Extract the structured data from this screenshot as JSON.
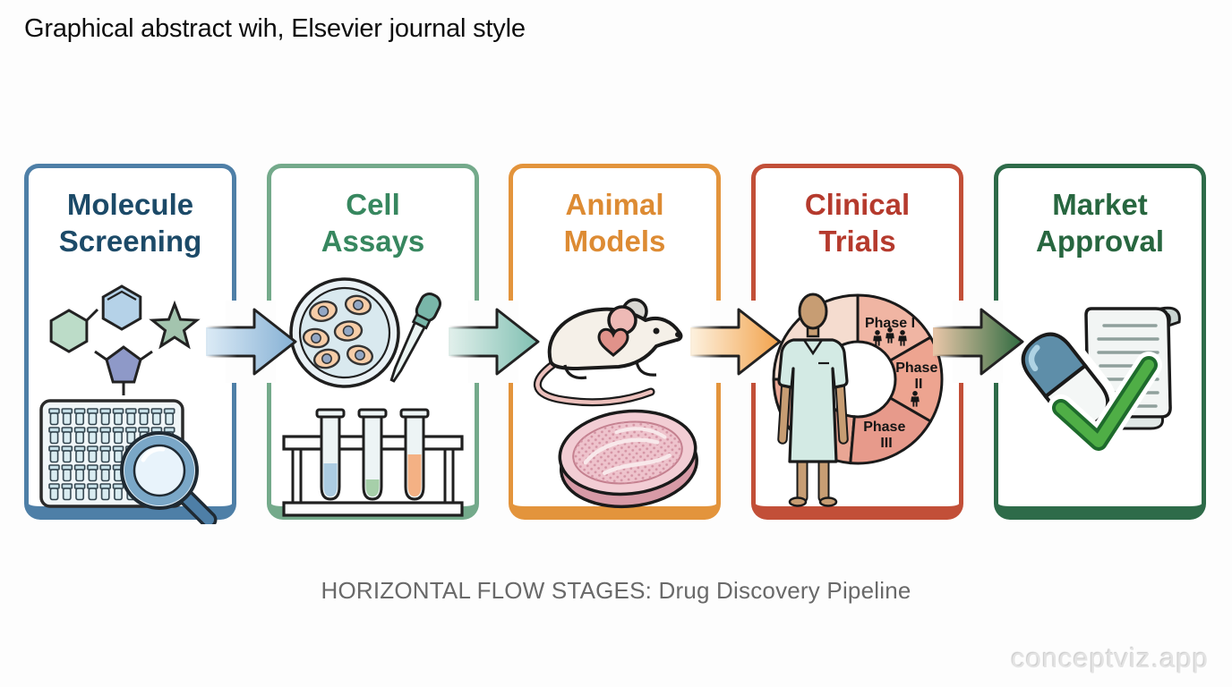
{
  "page": {
    "background_color": "#fdfdfd",
    "header_title": "Graphical abstract wih, Elsevier journal style",
    "caption": "HORIZONTAL FLOW STAGES: Drug Discovery Pipeline",
    "watermark": "conceptviz.app"
  },
  "pipeline": {
    "stages": [
      {
        "id": "molecule-screening",
        "title_lines": [
          "Molecule",
          "Screening"
        ],
        "border_color": "#4e7fa7",
        "title_color": "#1c4a68",
        "icon": "molecules-microplate-magnifier-icon"
      },
      {
        "id": "cell-assays",
        "title_lines": [
          "Cell",
          "Assays"
        ],
        "border_color": "#74aa8b",
        "title_color": "#37875f",
        "icon": "petri-dish-pipette-test-tubes-icon"
      },
      {
        "id": "animal-models",
        "title_lines": [
          "Animal",
          "Models"
        ],
        "border_color": "#e3943c",
        "title_color": "#dd8b33",
        "icon": "mouse-tissue-icon"
      },
      {
        "id": "clinical-trials",
        "title_lines": [
          "Clinical",
          "Trials"
        ],
        "border_color": "#c24f38",
        "title_color": "#b53a2d",
        "icon": "patient-phase-donut-icon",
        "ring_base_top_color": "#f5dccf",
        "ring_base_bottom_color": "#e9a694",
        "phases": [
          {
            "label_lines": [
              "Phase I"
            ],
            "person_icons": 3,
            "color": "#f0b5a3"
          },
          {
            "label_lines": [
              "Phase",
              "II"
            ],
            "person_icons": 1,
            "color": "#eda490"
          },
          {
            "label_lines": [
              "Phase",
              "III"
            ],
            "person_icons": 0,
            "color": "#e79a8b"
          }
        ]
      },
      {
        "id": "market-approval",
        "title_lines": [
          "Market",
          "Approval"
        ],
        "border_color": "#2e6b49",
        "title_color": "#27663f",
        "icon": "document-pill-checkmark-icon"
      }
    ],
    "arrows": [
      {
        "from": "molecule-screening",
        "to": "cell-assays",
        "gradient": [
          "#dcebf6",
          "#85b0d4"
        ]
      },
      {
        "from": "cell-assays",
        "to": "animal-models",
        "gradient": [
          "#e2f0ec",
          "#7fbfb1"
        ]
      },
      {
        "from": "animal-models",
        "to": "clinical-trials",
        "gradient": [
          "#fdf2e0",
          "#f2a24b"
        ]
      },
      {
        "from": "clinical-trials",
        "to": "market-approval",
        "gradient": [
          "#eac7a9",
          "#2f6b40"
        ]
      }
    ]
  }
}
